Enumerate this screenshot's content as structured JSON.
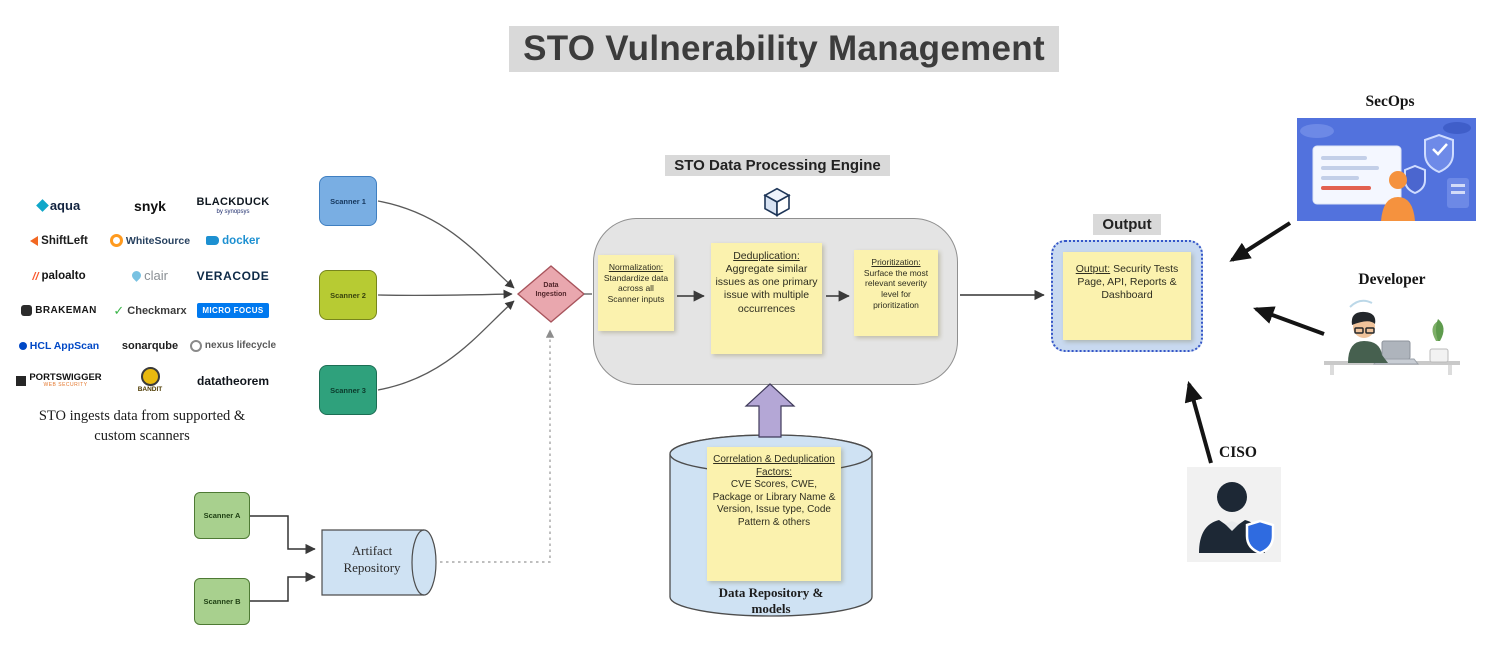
{
  "title": "STO Vulnerability Management",
  "scanner_logos": {
    "items": [
      {
        "text": "aqua"
      },
      {
        "text": "snyk"
      },
      {
        "text": "BLACKDUCK",
        "sub": "by synopsys"
      },
      {
        "text": "ShiftLeft"
      },
      {
        "text": "WhiteSource"
      },
      {
        "text": "docker"
      },
      {
        "text": "paloalto"
      },
      {
        "text": "clair"
      },
      {
        "text": "VERACODE"
      },
      {
        "text": "BRAKEMAN"
      },
      {
        "text": "Checkmarx"
      },
      {
        "text": "MICRO FOCUS"
      },
      {
        "text": "HCL AppScan"
      },
      {
        "text": "sonarqube"
      },
      {
        "text": "nexus lifecycle"
      },
      {
        "text": "PORTSWIGGER",
        "sub": "WEB SECURITY"
      },
      {
        "text": "BANDIT"
      },
      {
        "text": "datatheorem"
      }
    ],
    "caption_line1": "STO ingests data from supported  &",
    "caption_line2": "custom scanners"
  },
  "pipeline": {
    "scanner_1": "Scanner 1",
    "scanner_2": "Scanner 2",
    "scanner_3": "Scanner 3",
    "data_ingestion": "Data Ingestion",
    "engine_title": "STO Data Processing Engine",
    "notes": {
      "normalization_heading": "Normalization:",
      "normalization_body": "Standardize data across all Scanner inputs",
      "deduplication_heading": "Deduplication:",
      "deduplication_body": "Aggregate similar issues as one primary issue with multiple occurrences",
      "prioritization_heading": "Prioritization:",
      "prioritization_body": "Surface the most relevant severity level for prioritization"
    }
  },
  "repository": {
    "note_heading": "Correlation & Deduplication Factors:",
    "note_body": "CVE Scores, CWE, Package or Library Name & Version, Issue type, Code Pattern & others",
    "label_line1": "Data Repository &",
    "label_line2": "models"
  },
  "output": {
    "label": "Output",
    "note_heading": "Output:",
    "note_body": " Security Tests Page, API, Reports & Dashboard"
  },
  "personas": {
    "secops": "SecOps",
    "developer": "Developer",
    "ciso": "CISO"
  },
  "artifact_flow": {
    "scanner_a": "Scanner A",
    "scanner_b": "Scanner B",
    "repo_line1": "Artifact",
    "repo_line2": "Repository"
  }
}
